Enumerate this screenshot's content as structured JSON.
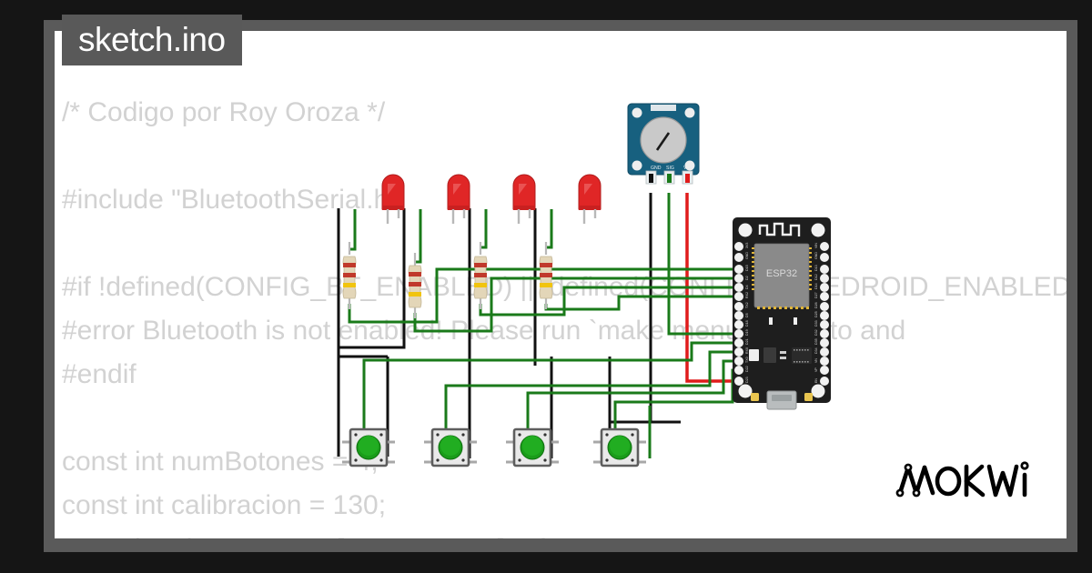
{
  "window": {
    "background_color": "#151515",
    "frame_color": "#5a5a5a",
    "canvas_color": "#ffffff"
  },
  "tab": {
    "label": "sketch.ino",
    "background_color": "#595959",
    "text_color": "#ffffff"
  },
  "code": {
    "text_color": "#d2d2d2",
    "lines": [
      "/* Codigo por Roy Oroza */",
      "",
      "#include \"BluetoothSerial.h\"",
      "",
      "#if !defined(CONFIG_BT_ENABLED) || !defined(CONFIG_BLUEDROID_ENABLED)",
      "#error Bluetooth is not enabled! Please run `make menuconfig` to and",
      "#endif",
      "",
      "const int numBotones = 4;",
      "const int calibracion = 130;",
      "const int pinesBotones[numBotones] = {"
    ]
  },
  "logo": {
    "text": "WOKWI",
    "color": "#000000"
  },
  "diagram": {
    "board": {
      "name": "ESP32",
      "label": "ESP32",
      "body_color": "#1e1e1e",
      "shield_color": "#878787",
      "left_pins": [
        "3V3",
        "GND",
        "D15",
        "D2",
        "D4",
        "RX2",
        "TX2",
        "D5",
        "D18",
        "D19",
        "D21",
        "RX0",
        "TX0",
        "D22",
        "D23",
        "GND"
      ],
      "right_pins": [
        "VIN",
        "GND",
        "D13",
        "D12",
        "D14",
        "D27",
        "D26",
        "D25",
        "D33",
        "D32",
        "D35",
        "D34",
        "VN",
        "VP",
        "EN"
      ]
    },
    "potentiometer": {
      "name": "potentiometer",
      "pcb_color": "#17607f",
      "knob_color": "#c9c9c9",
      "pin_labels": [
        "GND",
        "SIG",
        "VCC"
      ]
    },
    "leds": [
      {
        "name": "led-1",
        "color": "#e02626"
      },
      {
        "name": "led-2",
        "color": "#e02626"
      },
      {
        "name": "led-3",
        "color": "#e02626"
      },
      {
        "name": "led-4",
        "color": "#e02626"
      }
    ],
    "resistors": [
      {
        "name": "resistor-1",
        "bands": [
          "#c0392b",
          "#c0392b",
          "#f1c40f"
        ]
      },
      {
        "name": "resistor-2",
        "bands": [
          "#c0392b",
          "#c0392b",
          "#f1c40f"
        ]
      },
      {
        "name": "resistor-3",
        "bands": [
          "#c0392b",
          "#c0392b",
          "#f1c40f"
        ]
      },
      {
        "name": "resistor-4",
        "bands": [
          "#c0392b",
          "#c0392b",
          "#f1c40f"
        ]
      }
    ],
    "pushbuttons": [
      {
        "name": "pushbutton-1",
        "cap_color": "#1a9c1a"
      },
      {
        "name": "pushbutton-2",
        "cap_color": "#1a9c1a"
      },
      {
        "name": "pushbutton-3",
        "cap_color": "#1a9c1a"
      },
      {
        "name": "pushbutton-4",
        "cap_color": "#1a9c1a"
      }
    ],
    "wire_colors": {
      "signal": "#1a7a1a",
      "power": "#e01b1b",
      "ground": "#111111"
    }
  }
}
